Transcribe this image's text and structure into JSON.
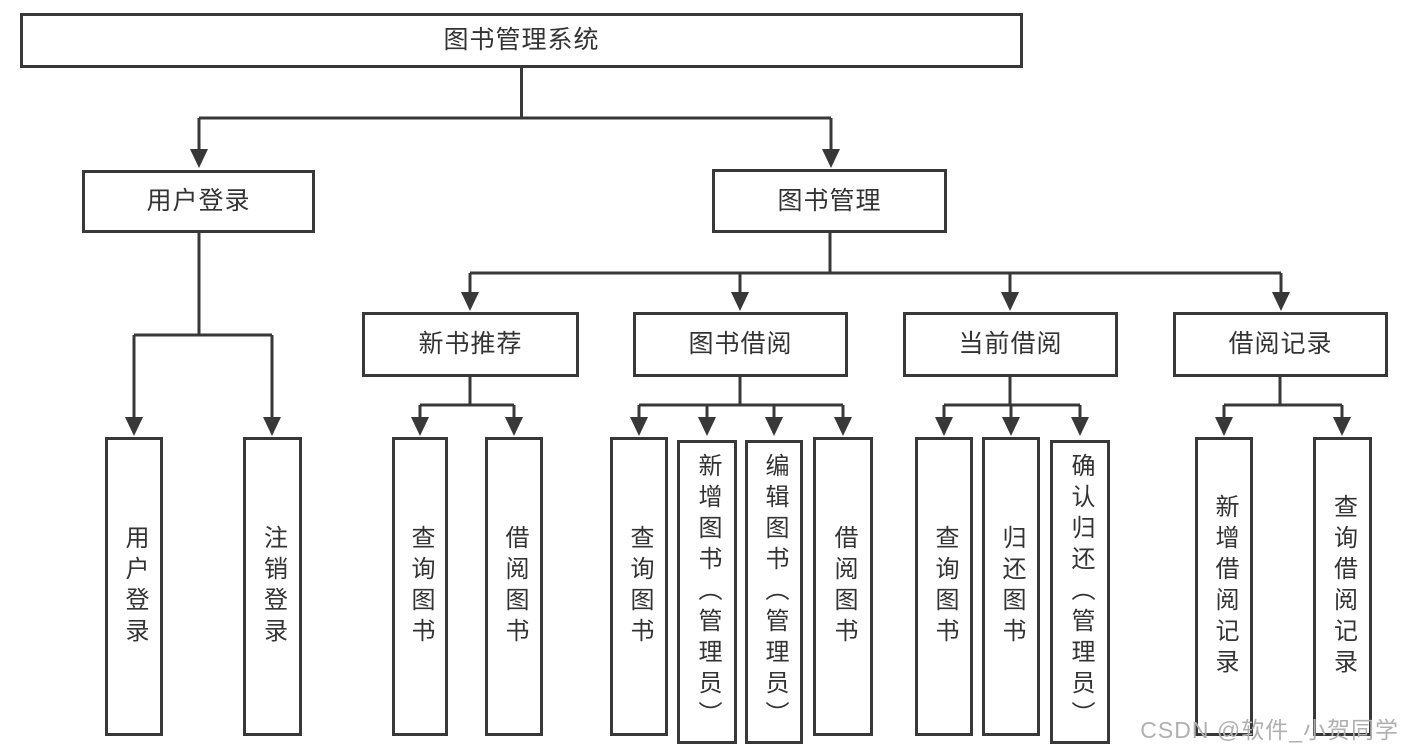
{
  "colors": {
    "line": "#383838",
    "text": "#333333",
    "watermark": "#b0b0b0",
    "background": "#ffffff"
  },
  "watermark": "CSDN @软件_小贺同学",
  "tree": {
    "label": "图书管理系统",
    "children": [
      {
        "label": "用户登录",
        "children": [
          {
            "label": "用户登录"
          },
          {
            "label": "注销登录"
          }
        ]
      },
      {
        "label": "图书管理",
        "children": [
          {
            "label": "新书推荐",
            "children": [
              {
                "label": "查询图书"
              },
              {
                "label": "借阅图书"
              }
            ]
          },
          {
            "label": "图书借阅",
            "children": [
              {
                "label": "查询图书"
              },
              {
                "label": "新增图书（管理员）"
              },
              {
                "label": "编辑图书（管理员）"
              },
              {
                "label": "借阅图书"
              }
            ]
          },
          {
            "label": "当前借阅",
            "children": [
              {
                "label": "查询图书"
              },
              {
                "label": "归还图书"
              },
              {
                "label": "确认归还（管理员）"
              }
            ]
          },
          {
            "label": "借阅记录",
            "children": [
              {
                "label": "新增借阅记录"
              },
              {
                "label": "查询借阅记录"
              }
            ]
          }
        ]
      }
    ]
  }
}
